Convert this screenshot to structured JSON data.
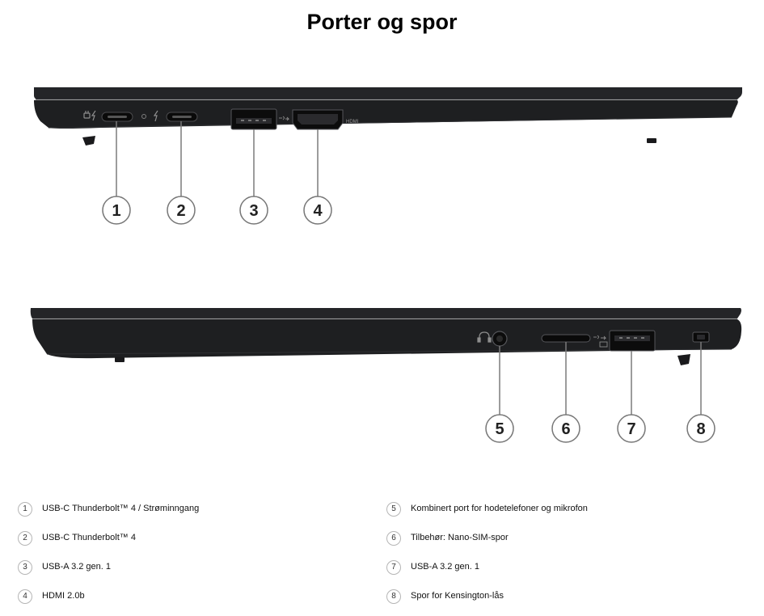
{
  "page": {
    "title": "Porter og spor"
  },
  "laptop": {
    "body_color": "#1e1f21",
    "edge_color": "#2c2d30",
    "callout_stroke": "#7a7a7a"
  },
  "left_side": {
    "port_labels": {
      "hdmi": "HDMI"
    },
    "icons": [
      "power-bolt-icon",
      "thunderbolt-icon",
      "usb-superspeed-icon"
    ]
  },
  "right_side": {
    "icons": [
      "headset-icon",
      "usb-superspeed-icon",
      "sim-icon",
      "kensington-lock-icon"
    ]
  },
  "callouts": [
    {
      "number": "1"
    },
    {
      "number": "2"
    },
    {
      "number": "3"
    },
    {
      "number": "4"
    },
    {
      "number": "5"
    },
    {
      "number": "6"
    },
    {
      "number": "7"
    },
    {
      "number": "8"
    }
  ],
  "legend": {
    "items": [
      {
        "number": "1",
        "label": "USB-C Thunderbolt™ 4 / Strøminngang"
      },
      {
        "number": "2",
        "label": "USB-C Thunderbolt™ 4"
      },
      {
        "number": "3",
        "label": "USB-A 3.2 gen. 1"
      },
      {
        "number": "4",
        "label": "HDMI 2.0b"
      },
      {
        "number": "5",
        "label": "Kombinert port for hodetelefoner og mikrofon"
      },
      {
        "number": "6",
        "label": "Tilbehør: Nano-SIM-spor"
      },
      {
        "number": "7",
        "label": "USB-A 3.2 gen. 1"
      },
      {
        "number": "8",
        "label": "Spor for Kensington-lås"
      }
    ]
  }
}
